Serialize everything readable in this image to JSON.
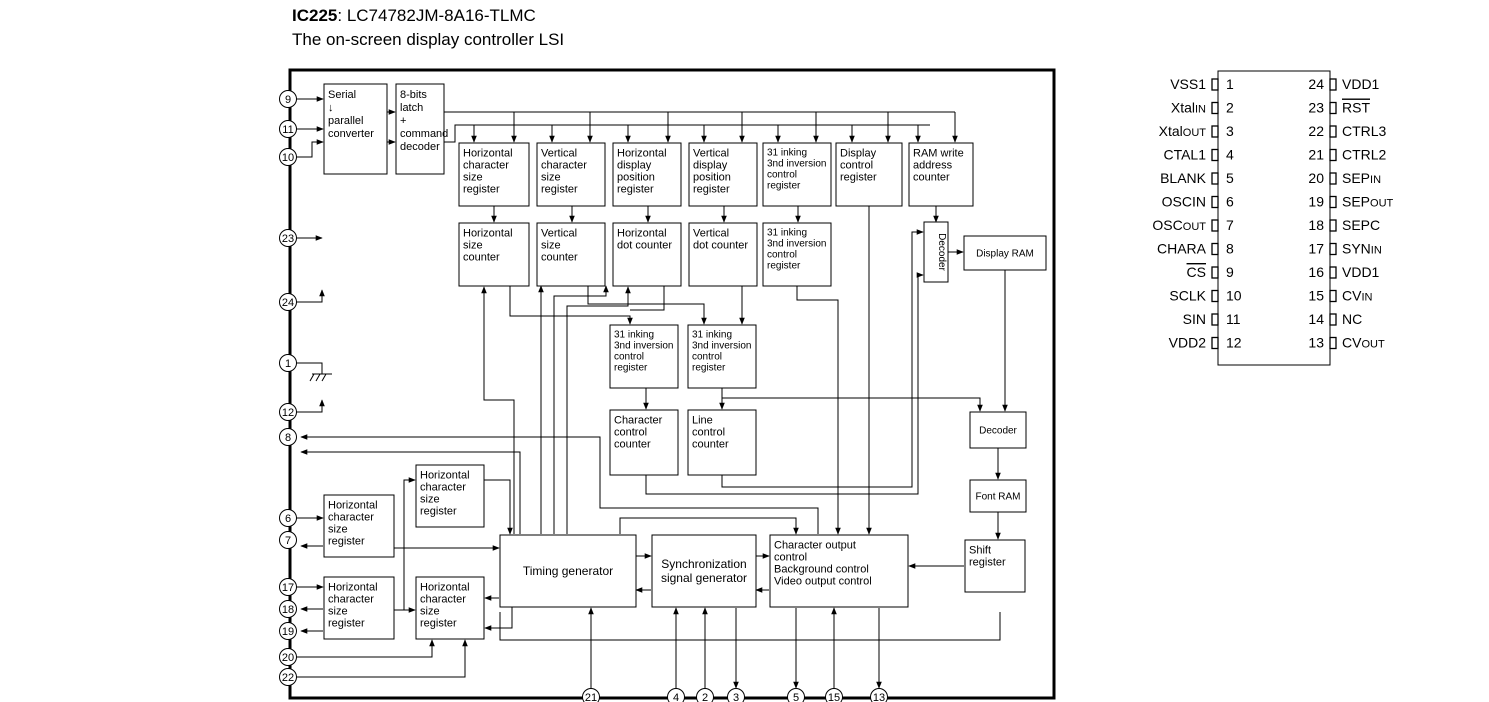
{
  "header": {
    "part_ref": "IC225",
    "part_number": ": LC74782JM-8A16-TLMC",
    "description": "The on-screen display controller LSI"
  },
  "blocks": {
    "serial": [
      "Serial",
      "↓",
      "parallel",
      "converter"
    ],
    "latch": [
      "8-bits",
      "latch",
      "+",
      "command",
      "decoder"
    ],
    "h_char_size_reg": [
      "Horizontal",
      "character",
      "size",
      "register"
    ],
    "v_char_size_reg": [
      "Vertical",
      "character",
      "size",
      "register"
    ],
    "h_disp_pos_reg": [
      "Horizontal",
      "display",
      "position",
      "register"
    ],
    "v_disp_pos_reg": [
      "Vertical",
      "display",
      "position",
      "register"
    ],
    "inking_reg_top": [
      "31 inking",
      "3nd inversion",
      "control",
      "register"
    ],
    "display_ctrl_reg": [
      "Display",
      "control",
      "register"
    ],
    "ram_write_counter": [
      "RAM write",
      "address",
      "counter"
    ],
    "h_size_counter": [
      "Horizontal",
      "size",
      "counter"
    ],
    "v_size_counter": [
      "Vertical",
      "size",
      "counter"
    ],
    "h_dot_counter": [
      "Horizontal",
      "dot counter"
    ],
    "v_dot_counter": [
      "Vertical",
      "dot counter"
    ],
    "inking_reg_mid": [
      "31 inking",
      "3nd inversion",
      "control",
      "register"
    ],
    "decoder_vertical": "Decoder",
    "display_ram": "Display RAM",
    "inking_reg_low_a": [
      "31 inking",
      "3nd inversion",
      "control",
      "register"
    ],
    "inking_reg_low_b": [
      "31 inking",
      "3nd inversion",
      "control",
      "register"
    ],
    "char_ctrl_counter": [
      "Character",
      "control",
      "counter"
    ],
    "line_ctrl_counter": [
      "Line",
      "control",
      "counter"
    ],
    "decoder_right": "Decoder",
    "font_ram": "Font RAM",
    "shift_register": [
      "Shift",
      "register"
    ],
    "left_reg_a": [
      "Horizontal",
      "character",
      "size",
      "register"
    ],
    "left_reg_b": [
      "Horizontal",
      "character",
      "size",
      "register"
    ],
    "left_reg_c": [
      "Horizontal",
      "character",
      "size",
      "register"
    ],
    "left_reg_d": [
      "Horizontal",
      "character",
      "size",
      "register"
    ],
    "timing_generator": "Timing generator",
    "sync_generator": [
      "Synchronization",
      "signal generator"
    ],
    "char_output": [
      "Character output",
      "control",
      "Background control",
      "Video output control"
    ]
  },
  "pins_left": [
    "9",
    "11",
    "10",
    "23",
    "24",
    "1",
    "12",
    "8",
    "6",
    "7",
    "17",
    "18",
    "19",
    "20",
    "22"
  ],
  "pins_bottom": [
    "21",
    "4",
    "2",
    "3",
    "5",
    "15",
    "13"
  ],
  "pinout": {
    "left": [
      {
        "num": "1",
        "name": "VSS1"
      },
      {
        "num": "2",
        "name": "XtalIN"
      },
      {
        "num": "3",
        "name": "XtalOUT"
      },
      {
        "num": "4",
        "name": "CTAL1"
      },
      {
        "num": "5",
        "name": "BLANK"
      },
      {
        "num": "6",
        "name": "OSCIN"
      },
      {
        "num": "7",
        "name": "OSCOUT"
      },
      {
        "num": "8",
        "name": "CHARA"
      },
      {
        "num": "9",
        "name": "CS"
      },
      {
        "num": "10",
        "name": "SCLK"
      },
      {
        "num": "11",
        "name": "SIN"
      },
      {
        "num": "12",
        "name": "VDD2"
      }
    ],
    "right": [
      {
        "num": "24",
        "name": "VDD1"
      },
      {
        "num": "23",
        "name": "RST"
      },
      {
        "num": "22",
        "name": "CTRL3"
      },
      {
        "num": "21",
        "name": "CTRL2"
      },
      {
        "num": "20",
        "name": "SEPIN"
      },
      {
        "num": "19",
        "name": "SEPOUT"
      },
      {
        "num": "18",
        "name": "SEPC"
      },
      {
        "num": "17",
        "name": "SYNIN"
      },
      {
        "num": "16",
        "name": "VDD1"
      },
      {
        "num": "15",
        "name": "CVIN"
      },
      {
        "num": "14",
        "name": "NC"
      },
      {
        "num": "13",
        "name": "CVOUT"
      }
    ]
  }
}
